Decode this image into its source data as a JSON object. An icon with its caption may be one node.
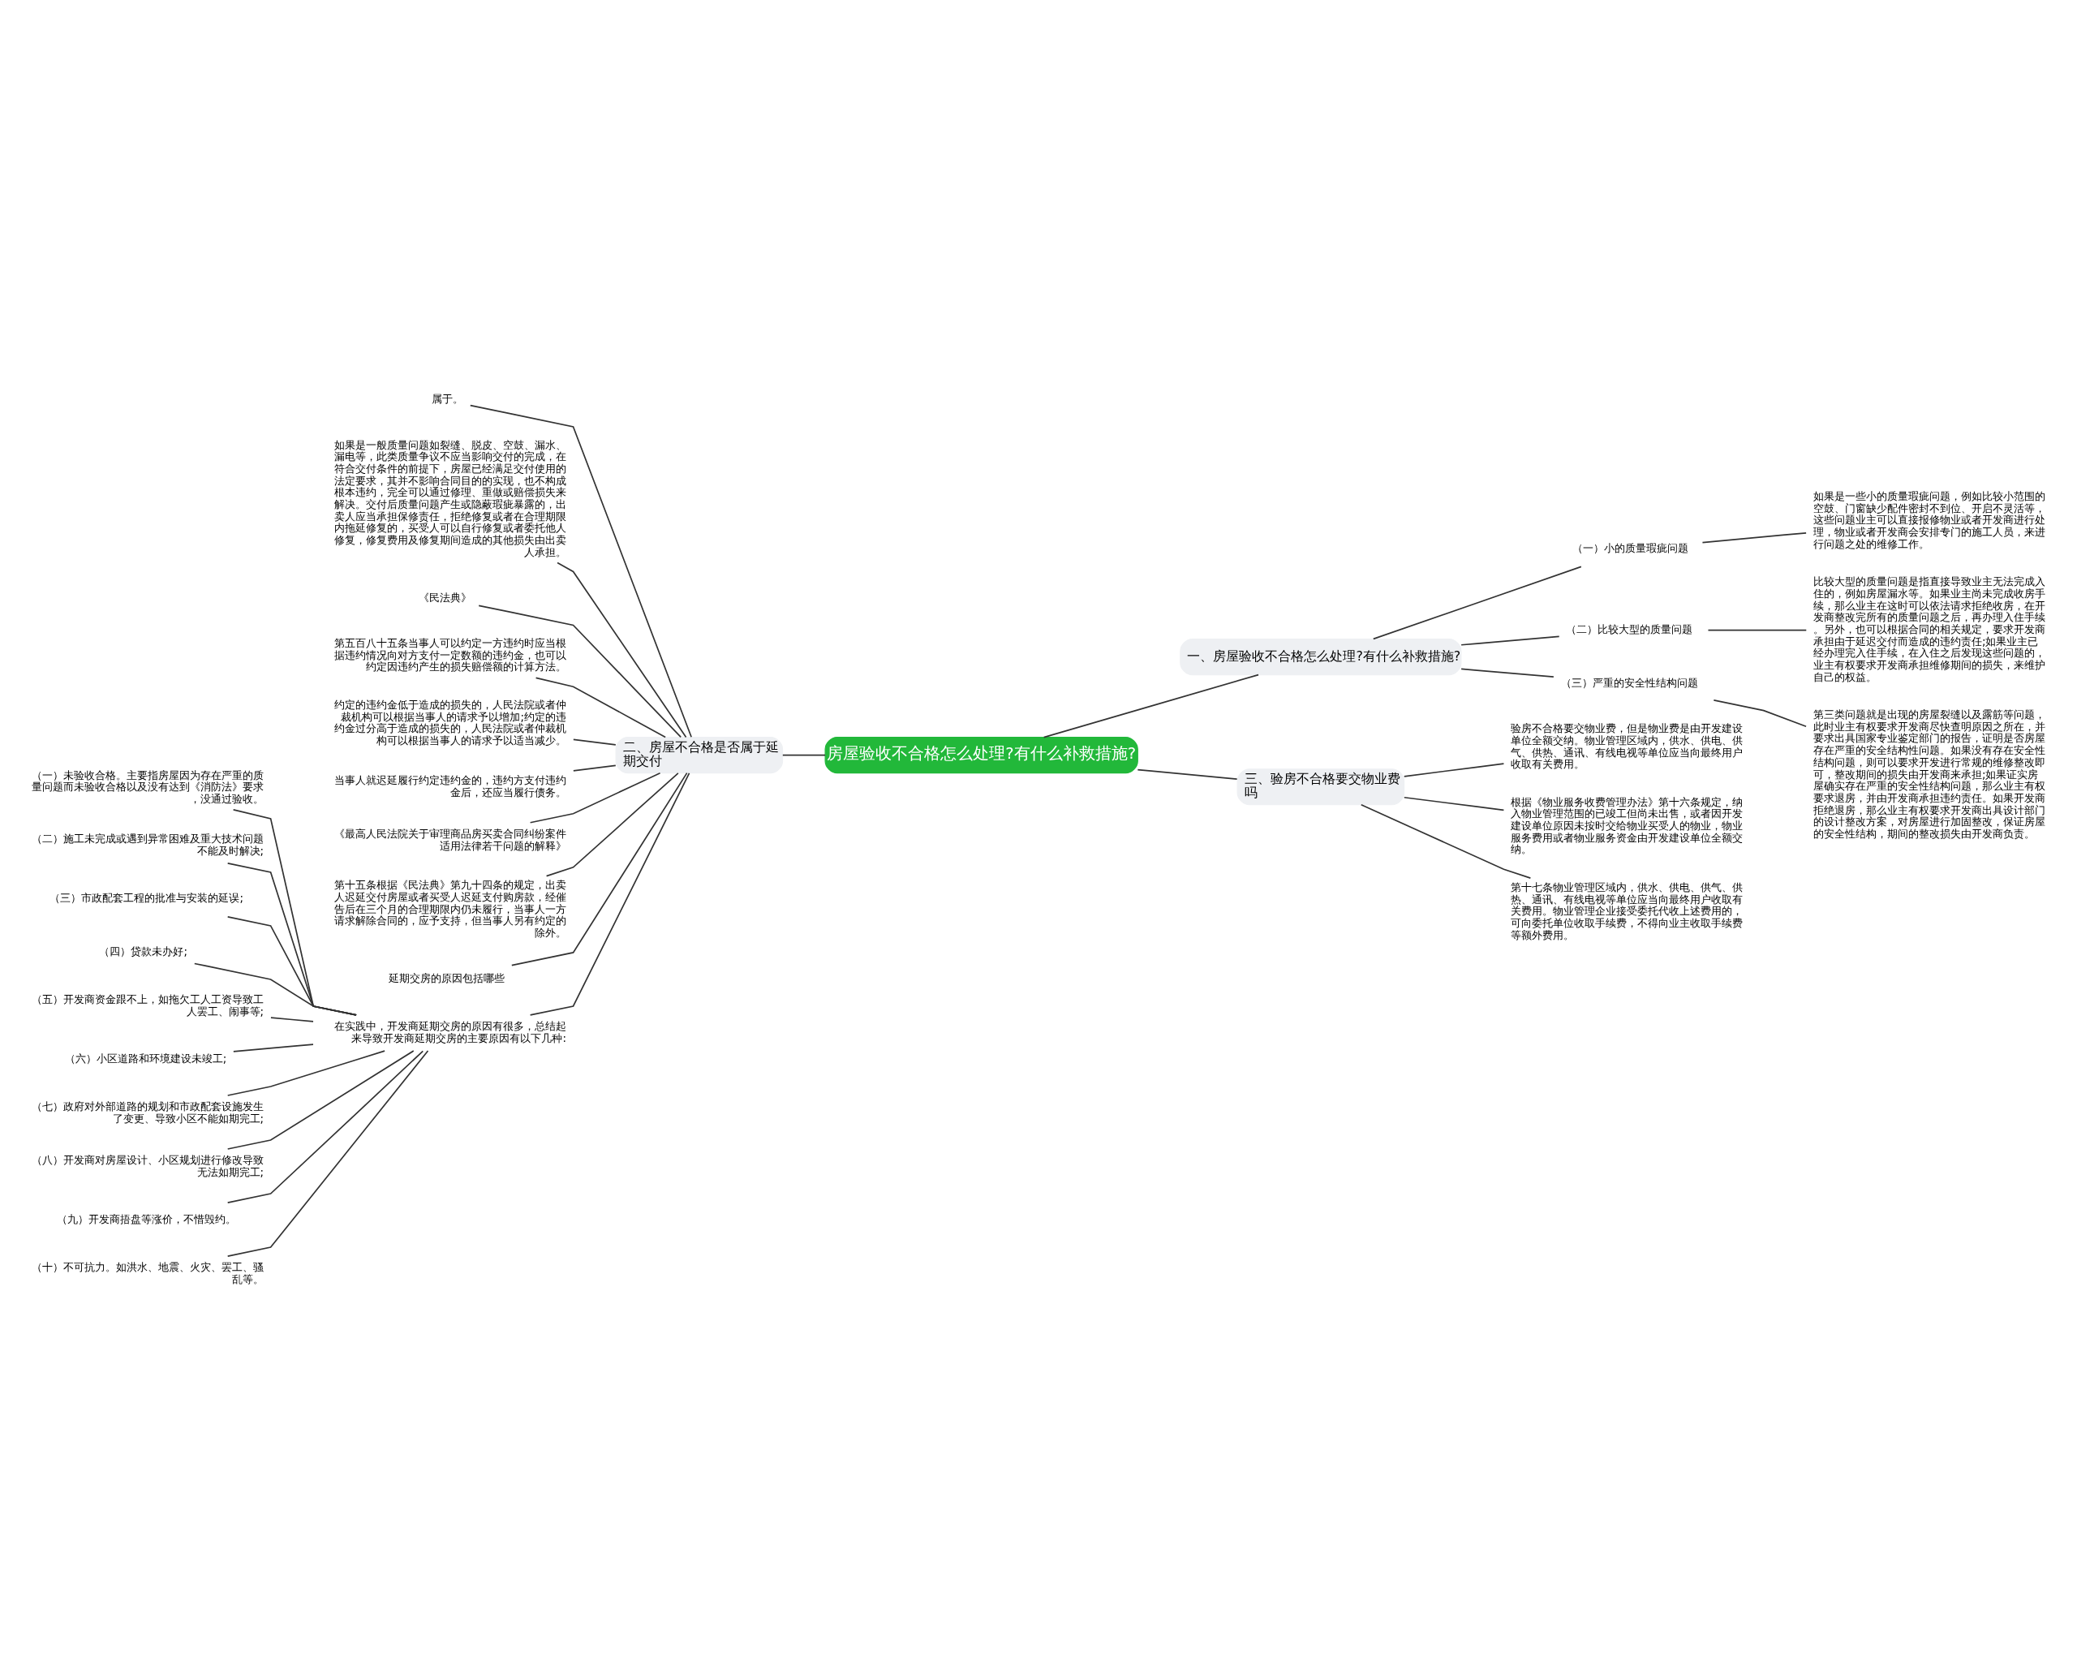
{
  "diagram": {
    "nodes": [
      {
        "text": [
          "房屋验收不合格怎么处理?有什么补救措施?"
        ]
      },
      {
        "text": [
          "一、房屋验收不合格怎么处理?有什么补救措施?"
        ]
      },
      {
        "text": [
          "（一）小的质量瑕疵问题"
        ]
      },
      {
        "text": [
          "如果是一些小的质量瑕疵问题，例如比较小范围的空鼓、门窗缺少配件密封不到位、开启不灵活等，这些问题业主可以直接报修物业或者开发商进行处理，物业或者开发商会安排专门的施工人员，来进行问题之处的维修工作。"
        ]
      },
      {
        "text": [
          "（二）比较大型的质量问题"
        ]
      },
      {
        "text": [
          "比较大型的质量问题是指直接导致业主无法完成入住的，例如房屋漏水等。如果业主尚未完成收房手续，那么业主在这时可以依法请求拒绝收房，在开发商整改完所有的质量问题之后，再办理入住手续。另外，也可以根据合同的相关规定，要求开发商承担由于延迟交付而造成的违约责任;如果业主已经办理完入住手续，在入住之后发现这些问题的，业主有权要求开发商承担维修期间的损失，来维护自己的权益。"
        ]
      },
      {
        "text": [
          "（三）严重的安全性结构问题"
        ]
      },
      {
        "text": [
          "第三类问题就是出现的房屋裂缝以及露筋等问题，此时业主有权要求开发商尽快查明原因之所在，并要求出具国家专业鉴定部门的报告，证明是否房屋存在严重的安全结构性问题。如果没有存在安全性结构问题，则可以要求开发进行常规的维修整改即可，整改期间的损失由开发商来承担;如果证实房屋确实存在严重的安全性结构问题，那么业主有权要求退房，并由开发商承担违约责任。如果开发商拒绝退房，那么业主有权要求开发商出具设计部门的设计整改方案，对房屋进行加固整改，保证房屋的安全性结构，期间的整改损失由开发商负责。"
        ]
      },
      {
        "text": [
          "三、验房不合格要交物业费吗"
        ]
      },
      {
        "text": [
          "验房不合格要交物业费，但是物业费是由开发建设单位全额交纳。物业管理区域内，供水、供电、供气、供热、通讯、有线电视等单位应当向最终用户收取有关费用。"
        ]
      },
      {
        "text": [
          "根据《物业服务收费管理办法》第十六条规定，纳入物业管理范围的已竣工但尚未出售，或者因开发建设单位原因未按时交给物业买受人的物业，物业服务费用或者物业服务资金由开发建设单位全额交纳。"
        ]
      },
      {
        "text": [
          "第十七条物业管理区域内，供水、供电、供气、供热、通讯、有线电视等单位应当向最终用户收取有关费用。物业管理企业接受委托代收上述费用的，可向委托单位收取手续费，不得向业主收取手续费等额外费用。"
        ]
      },
      {
        "text": [
          "二、房屋不合格是否属于延期交付"
        ]
      },
      {
        "text": [
          "属于。"
        ]
      },
      {
        "text": [
          "如果是一般质量问题如裂缝、脱皮、空鼓、漏水、漏电等，此类质量争议不应当影响交付的完成，在符合交付条件的前提下，房屋已经满足交付使用的法定要求，其并不影响合同目的的实现，也不构成根本违约，完全可以通过修理、重做或赔偿损失来解决。交付后质量问题产生或隐蔽瑕疵暴露的，出卖人应当承担保修责任，拒绝修复或者在合理期限内拖延修复的，买受人可以自行修复或者委托他人修复，修复费用及修复期间造成的其他损失由出卖人承担。"
        ]
      },
      {
        "text": [
          "《民法典》"
        ]
      },
      {
        "text": [
          "第五百八十五条当事人可以约定一方违约时应当根据违约情况向对方支付一定数额的违约金，也可以约定因违约产生的损失赔偿额的计算方法。"
        ]
      },
      {
        "text": [
          "约定的违约金低于造成的损失的，人民法院或者仲裁机构可以根据当事人的请求予以增加;约定的违约金过分高于造成的损失的，人民法院或者仲裁机构可以根据当事人的请求予以适当减少。"
        ]
      },
      {
        "text": [
          "当事人就迟延履行约定违约金的，违约方支付违约金后，还应当履行债务。"
        ]
      },
      {
        "text": [
          "《最高人民法院关于审理商品房买卖合同纠纷案件适用法律若干问题的解释》"
        ]
      },
      {
        "text": [
          "第十五条根据《民法典》第九十四条的规定，出卖人迟延交付房屋或者买受人迟延支付购房款，经催告后在三个月的合理期限内仍未履行，当事人一方请求解除合同的，应予支持，但当事人另有约定的除外。"
        ]
      },
      {
        "text": [
          "延期交房的原因包括哪些"
        ]
      },
      {
        "text": [
          "在实践中，开发商延期交房的原因有很多，总结起来导致开发商延期交房的主要原因有以下几种:"
        ]
      },
      {
        "text": [
          "（一）未验收合格。主要指房屋因为存在严重的质量问题而未验收合格以及没有达到《消防法》要求，没通过验收。"
        ]
      },
      {
        "text": [
          "（二）施工未完成或遇到异常困难及重大技术问题不能及时解决;"
        ]
      },
      {
        "text": [
          "（三）市政配套工程的批准与安装的延误;"
        ]
      },
      {
        "text": [
          "（四）贷款未办好;"
        ]
      },
      {
        "text": [
          "（五）开发商资金跟不上，如拖欠工人工资导致工人罢工、闹事等;"
        ]
      },
      {
        "text": [
          "（六）小区道路和环境建设未竣工;"
        ]
      },
      {
        "text": [
          "（七）政府对外部道路的规划和市政配套设施发生了变更、导致小区不能如期完工;"
        ]
      },
      {
        "text": [
          "（八）开发商对房屋设计、小区规划进行修改导致无法如期完工;"
        ]
      },
      {
        "text": [
          "（九）开发商捂盘等涨价，不惜毁约。"
        ]
      },
      {
        "text": [
          "（十）不可抗力。如洪水、地震、火灾、罢工、骚乱等。"
        ]
      }
    ],
    "edges": [
      {
        "from": 0,
        "to": 1,
        "arrow": "none"
      },
      {
        "from": 1,
        "to": 2,
        "arrow": "none"
      },
      {
        "from": 2,
        "to": 3,
        "arrow": "none"
      },
      {
        "from": 1,
        "to": 4,
        "arrow": "none"
      },
      {
        "from": 4,
        "to": 5,
        "arrow": "none"
      },
      {
        "from": 1,
        "to": 6,
        "arrow": "none"
      },
      {
        "from": 6,
        "to": 7,
        "arrow": "none"
      },
      {
        "from": 0,
        "to": 8,
        "arrow": "none"
      },
      {
        "from": 8,
        "to": 9,
        "arrow": "none"
      },
      {
        "from": 8,
        "to": 10,
        "arrow": "none"
      },
      {
        "from": 8,
        "to": 11,
        "arrow": "none"
      },
      {
        "from": 0,
        "to": 12,
        "arrow": "none"
      },
      {
        "from": 12,
        "to": 13,
        "arrow": "none"
      },
      {
        "from": 12,
        "to": 14,
        "arrow": "none"
      },
      {
        "from": 12,
        "to": 15,
        "arrow": "none"
      },
      {
        "from": 12,
        "to": 16,
        "arrow": "none"
      },
      {
        "from": 12,
        "to": 17,
        "arrow": "none"
      },
      {
        "from": 12,
        "to": 18,
        "arrow": "none"
      },
      {
        "from": 12,
        "to": 19,
        "arrow": "none"
      },
      {
        "from": 12,
        "to": 20,
        "arrow": "none"
      },
      {
        "from": 12,
        "to": 21,
        "arrow": "none"
      },
      {
        "from": 12,
        "to": 22,
        "arrow": "none"
      },
      {
        "from": 22,
        "to": 23,
        "arrow": "none"
      },
      {
        "from": 22,
        "to": 24,
        "arrow": "none"
      },
      {
        "from": 22,
        "to": 25,
        "arrow": "none"
      },
      {
        "from": 22,
        "to": 26,
        "arrow": "none"
      },
      {
        "from": 22,
        "to": 27,
        "arrow": "none"
      },
      {
        "from": 22,
        "to": 28,
        "arrow": "none"
      },
      {
        "from": 22,
        "to": 29,
        "arrow": "none"
      },
      {
        "from": 22,
        "to": 30,
        "arrow": "none"
      },
      {
        "from": 22,
        "to": 31,
        "arrow": "none"
      },
      {
        "from": 22,
        "to": 32,
        "arrow": "none"
      }
    ]
  }
}
